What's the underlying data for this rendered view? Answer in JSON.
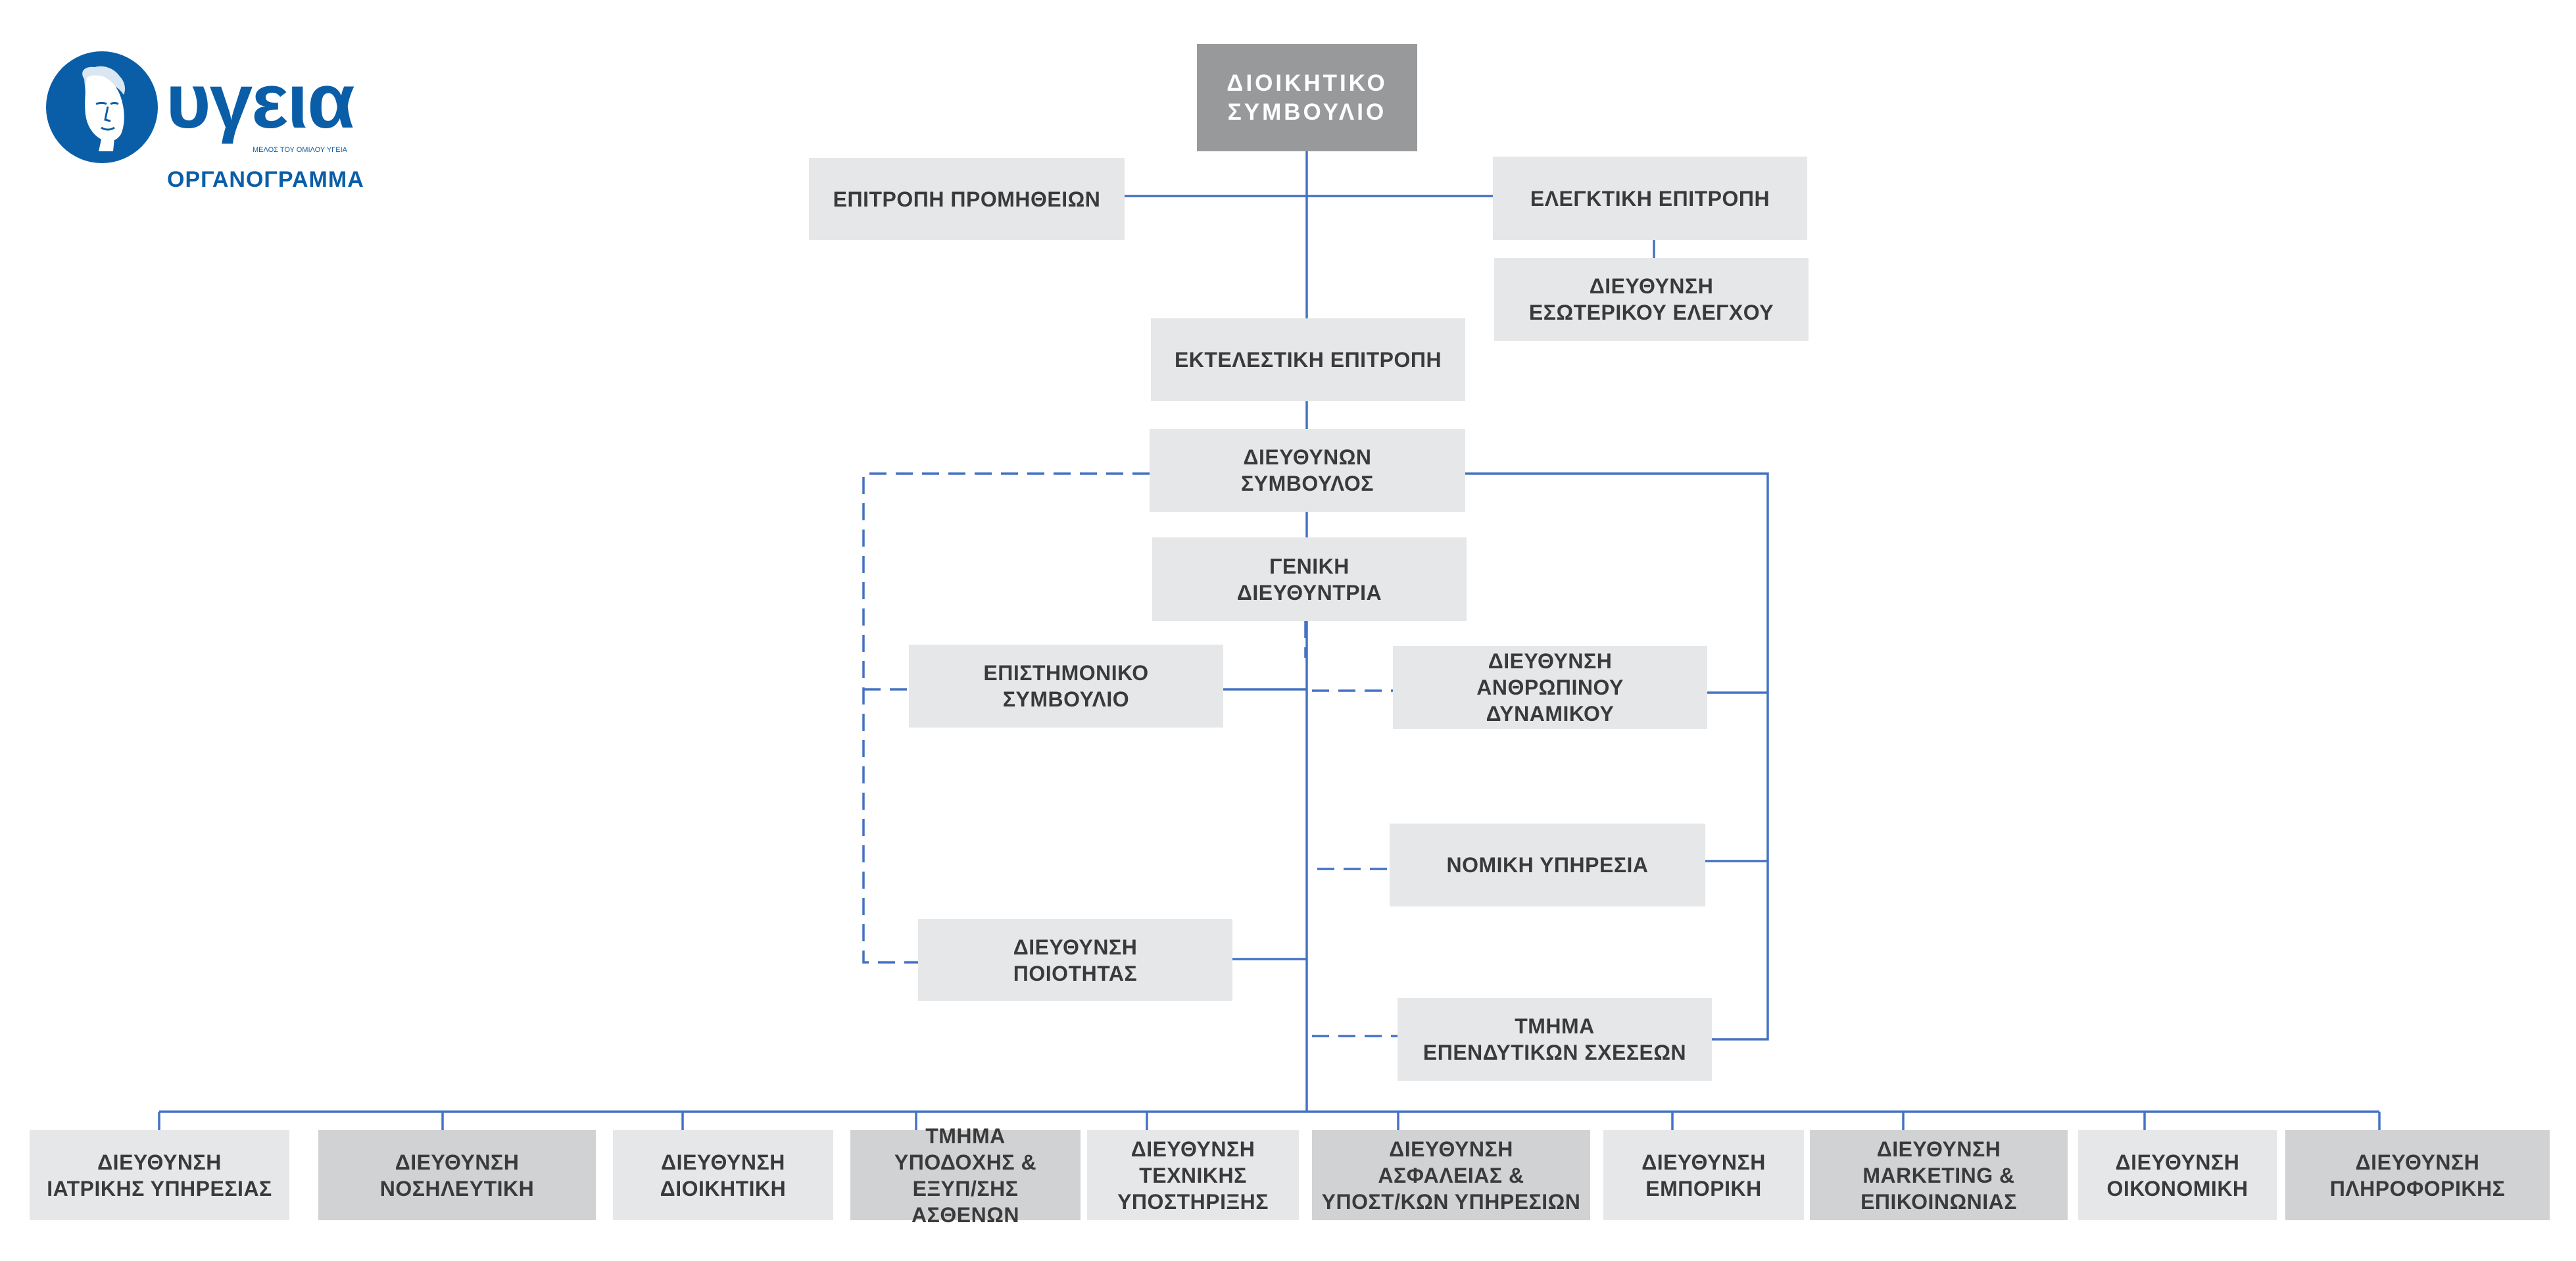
{
  "logo": {
    "brand": "υγεια",
    "tagline": "ΜΕΛΟΣ ΤΟΥ ΟΜΙΛΟΥ ΥΓΕΙΑ",
    "subtitle": "ΟΡΓΑΝΟΓΡΑΜΜΑ"
  },
  "colors": {
    "brand_blue": "#0a5ea8",
    "connector": "#4472c4",
    "box_light": "#e6e7e8",
    "box_dark": "#d1d2d4",
    "box_board": "#98999b",
    "text": "#3a3a3c"
  },
  "org": {
    "board": "ΔΙΟΙΚΗΤΙΚΟ\nΣΥΜΒΟΥΛΙΟ",
    "procurement_committee": "ΕΠΙΤΡΟΠΗ ΠΡΟΜΗΘΕΙΩΝ",
    "audit_committee": "ΕΛΕΓΚΤΙΚΗ ΕΠΙΤΡΟΠΗ",
    "internal_audit": "ΔΙΕΥΘΥΝΣΗ\nΕΣΩΤΕΡΙΚΟΥ ΕΛΕΓΧΟΥ",
    "executive_committee": "ΕΚΤΕΛΕΣΤΙΚΗ ΕΠΙΤΡΟΠΗ",
    "ceo": "ΔΙΕΥΘΥΝΩΝ\nΣΥΜΒΟΥΛΟΣ",
    "general_manager": "ΓΕΝΙΚΗ\nΔΙΕΥΘΥΝΤΡΙΑ",
    "scientific_council": "ΕΠΙΣΤΗΜΟΝΙΚΟ\nΣΥΜΒΟΥΛΙΟ",
    "hr": "ΔΙΕΥΘΥΝΣΗ\nΑΝΘΡΩΠΙΝΟΥ\nΔΥΝΑΜΙΚΟΥ",
    "legal": "ΝΟΜΙΚΗ ΥΠΗΡΕΣΙΑ",
    "quality": "ΔΙΕΥΘΥΝΣΗ\nΠΟΙΟΤΗΤΑΣ",
    "investor_relations": "ΤΜΗΜΑ\nΕΠΕΝΔΥΤΙΚΩΝ ΣΧΕΣΕΩΝ"
  },
  "departments": [
    "ΔΙΕΥΘΥΝΣΗ\nΙΑΤΡΙΚΗΣ ΥΠΗΡΕΣΙΑΣ",
    "ΔΙΕΥΘΥΝΣΗ\nΝΟΣΗΛΕΥΤΙΚΗ",
    "ΔΙΕΥΘΥΝΣΗ\nΔΙΟΙΚΗΤΙΚΗ",
    "ΤΜΗΜΑ\nΥΠΟΔΟΧΗΣ &\nΕΞΥΠ/ΣΗΣ ΑΣΘΕΝΩΝ",
    "ΔΙΕΥΘΥΝΣΗ\nΤΕΧΝΙΚΗΣ\nΥΠΟΣΤΗΡΙΞΗΣ",
    "ΔΙΕΥΘΥΝΣΗ\nΑΣΦΑΛΕΙΑΣ &\nΥΠΟΣΤ/ΚΩΝ ΥΠΗΡΕΣΙΩΝ",
    "ΔΙΕΥΘΥΝΣΗ\nΕΜΠΟΡΙΚΗ",
    "ΔΙΕΥΘΥΝΣΗ\nMARKETING &\nΕΠΙΚΟΙΝΩΝΙΑΣ",
    "ΔΙΕΥΘΥΝΣΗ\nΟΙΚΟΝΟΜΙΚΗ",
    "ΔΙΕΥΘΥΝΣΗ\nΠΛΗΡΟΦΟΡΙΚΗΣ"
  ]
}
